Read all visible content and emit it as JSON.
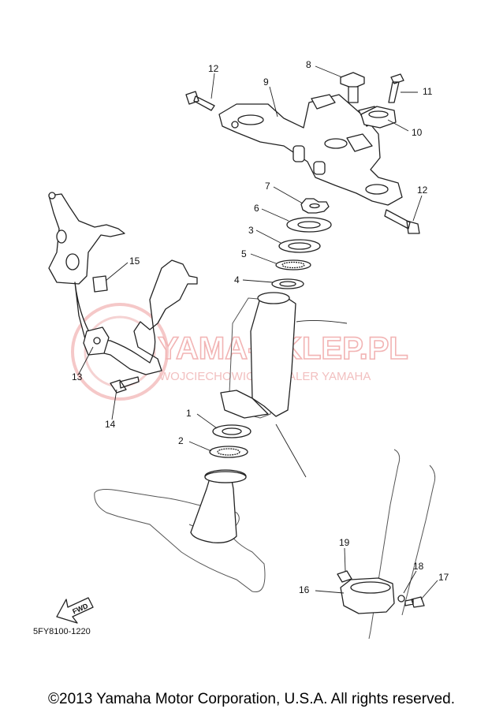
{
  "diagram": {
    "callouts": [
      {
        "id": "c1",
        "label": "1"
      },
      {
        "id": "c2",
        "label": "2"
      },
      {
        "id": "c3",
        "label": "3"
      },
      {
        "id": "c4",
        "label": "4"
      },
      {
        "id": "c5",
        "label": "5"
      },
      {
        "id": "c6",
        "label": "6"
      },
      {
        "id": "c7",
        "label": "7"
      },
      {
        "id": "c8",
        "label": "8"
      },
      {
        "id": "c9",
        "label": "9"
      },
      {
        "id": "c10",
        "label": "10"
      },
      {
        "id": "c11",
        "label": "11"
      },
      {
        "id": "c12a",
        "label": "12"
      },
      {
        "id": "c12b",
        "label": "12"
      },
      {
        "id": "c13",
        "label": "13"
      },
      {
        "id": "c14",
        "label": "14"
      },
      {
        "id": "c15",
        "label": "15"
      },
      {
        "id": "c16",
        "label": "16"
      },
      {
        "id": "c17",
        "label": "17"
      },
      {
        "id": "c18",
        "label": "18"
      },
      {
        "id": "c19",
        "label": "19"
      }
    ],
    "fwd_label": "FWD",
    "diagram_code": "5FY8100-1220"
  },
  "watermark": {
    "main": "YAMA-SKLEP.PL",
    "sub": "WOJCIECHOWICZ | DEALER YAMAHA",
    "color": "#f2b4b4"
  },
  "footer": {
    "copyright": "©2013 Yamaha Motor Corporation, U.S.A. All rights reserved."
  }
}
